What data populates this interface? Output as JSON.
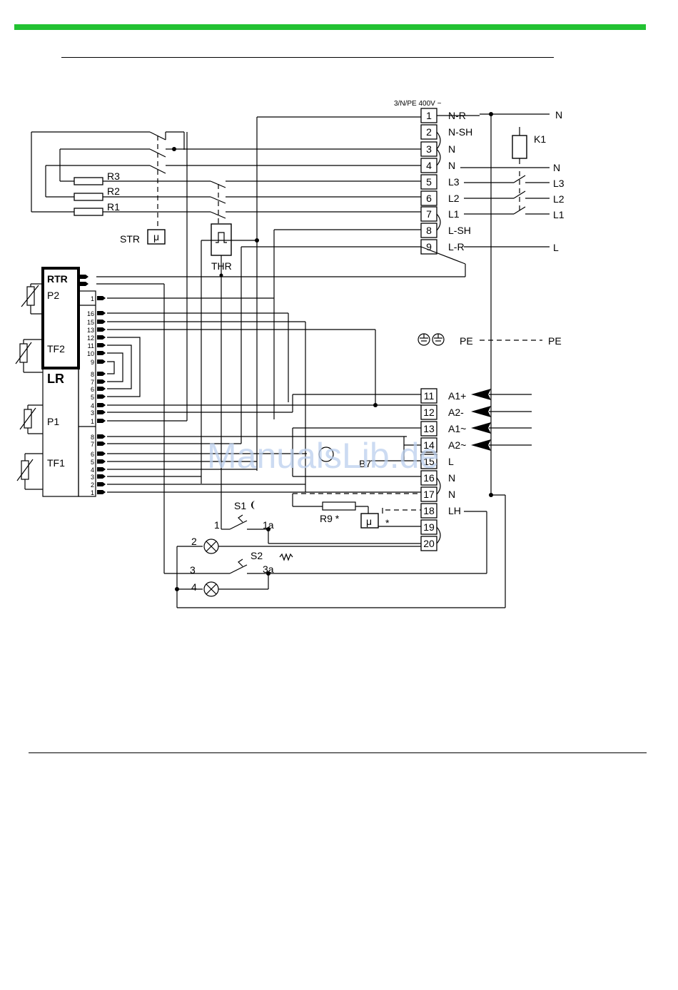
{
  "supply_label": "3/N/PE 400V ~",
  "terminals": [
    {
      "n": "1",
      "label": "N-R"
    },
    {
      "n": "2",
      "label": "N-SH"
    },
    {
      "n": "3",
      "label": "N"
    },
    {
      "n": "4",
      "label": "N"
    },
    {
      "n": "5",
      "label": "L3"
    },
    {
      "n": "6",
      "label": "L2"
    },
    {
      "n": "7",
      "label": "L1"
    },
    {
      "n": "8",
      "label": "L-SH"
    },
    {
      "n": "9",
      "label": "L-R"
    },
    {
      "n": "11",
      "label": "A1+"
    },
    {
      "n": "12",
      "label": "A2-"
    },
    {
      "n": "13",
      "label": "A1~"
    },
    {
      "n": "14",
      "label": "A2~"
    },
    {
      "n": "15",
      "label": "L"
    },
    {
      "n": "16",
      "label": "N"
    },
    {
      "n": "17",
      "label": "N"
    },
    {
      "n": "18",
      "label": "LH"
    },
    {
      "n": "19",
      "label": ""
    },
    {
      "n": "20",
      "label": ""
    }
  ],
  "right_labels": [
    "N",
    "N",
    "L3",
    "L2",
    "L1",
    "L",
    "PE"
  ],
  "components": {
    "k1": "K1",
    "str": "STR",
    "thr": "THR",
    "r1": "R1",
    "r2": "R2",
    "r3": "R3",
    "r9": "R9 *",
    "r9_star": "*",
    "rtr": "RTR",
    "lr": "LR",
    "p2": "P2",
    "tf2": "TF2",
    "p1": "P1",
    "tf1": "TF1",
    "pe": "PE",
    "s1": "S1",
    "s2": "S2",
    "mu": "μ",
    "sw_1": "1",
    "sw_1a": "1a",
    "sw_2": "2",
    "sw_3": "3",
    "sw_3a": "3a",
    "sw_4": "4",
    "b7": "B7"
  },
  "upper_block_pins": [
    "1",
    "16",
    "15",
    "13",
    "12",
    "11",
    "10",
    "9",
    "8",
    "7",
    "6",
    "5",
    "4",
    "3",
    "1"
  ],
  "lower_block_pins": [
    "8",
    "7",
    "6",
    "5",
    "4",
    "3",
    "2",
    "1"
  ],
  "watermark": "ManualsLib.de",
  "colors": {
    "header_bar": "#22c232",
    "ink": "#000000",
    "watermark": "#bcd0ee"
  }
}
